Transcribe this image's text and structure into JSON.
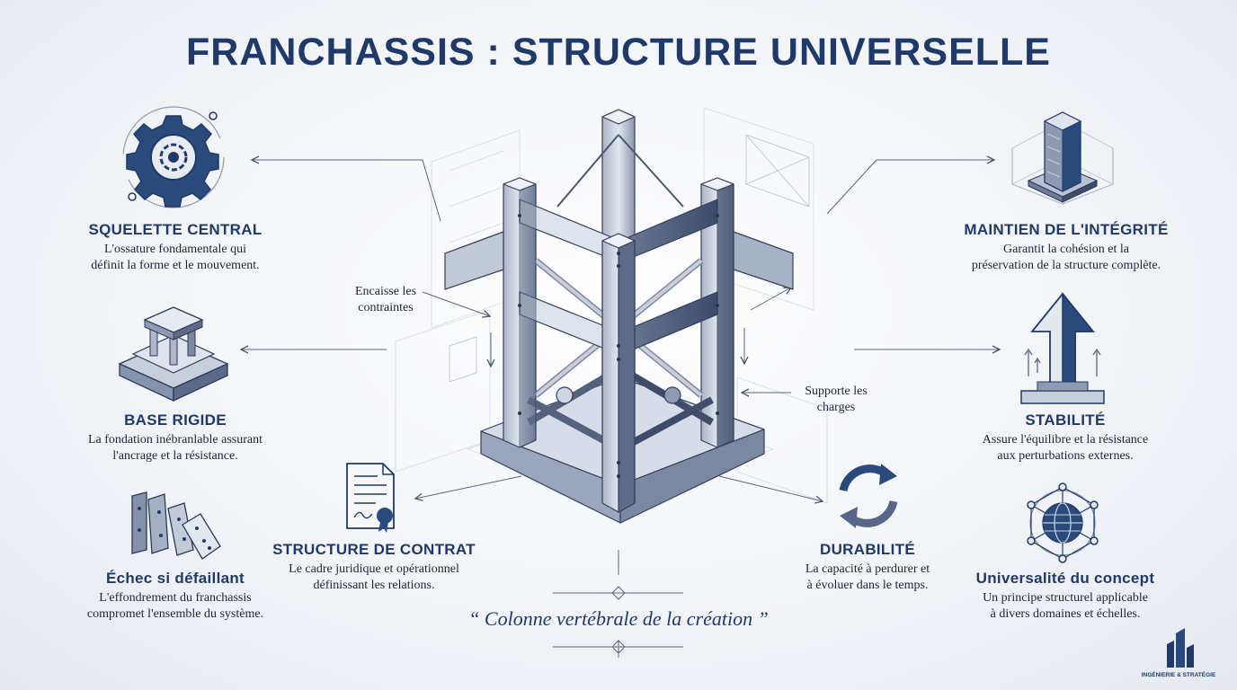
{
  "title": "FRANCHASSIS : STRUCTURE UNIVERSELLE",
  "left_sections": [
    {
      "icon": "gear-icon",
      "title": "SQUELETTE CENTRAL",
      "line1": "L'ossature fondamentale qui",
      "line2": "définit la forme et le mouvement."
    },
    {
      "icon": "pedestal-base-icon",
      "title": "BASE RIGIDE",
      "line1": "La fondation inébranlable assurant",
      "line2": "l'ancrage et la résistance."
    },
    {
      "icon": "dominoes-icon",
      "title": "Échec si défaillant",
      "line1": "L'effondrement du franchassis",
      "line2": "compromet l'ensemble du système."
    }
  ],
  "right_sections": [
    {
      "icon": "building-block-icon",
      "title": "MAINTIEN DE L'INTÉGRITÉ",
      "line1": "Garantit la cohésion et la",
      "line2": "préservation de la structure complète."
    },
    {
      "icon": "up-arrow-icon",
      "title": "STABILITÉ",
      "line1": "Assure l'équilibre et la résistance",
      "line2": "aux perturbations externes."
    },
    {
      "icon": "network-globe-icon",
      "title": "Universalité du concept",
      "line1": "Un principe structurel applicable",
      "line2": "à divers domaines et échelles."
    }
  ],
  "center_sections": [
    {
      "icon": "contract-document-icon",
      "title": "STRUCTURE DE CONTRAT",
      "line1": "Le cadre juridique et opérationnel",
      "line2": "définissant les relations."
    },
    {
      "icon": "cycle-arrows-icon",
      "title": "DURABILITÉ",
      "line1": "La capacité à perdurer et",
      "line2": "à évoluer dans le temps."
    }
  ],
  "labels": {
    "constraints_line1": "Encaisse les",
    "constraints_line2": "contraintes",
    "loads_line1": "Supporte les",
    "loads_line2": "charges"
  },
  "quote": "“ Colonne vertébrale de la création ”",
  "logo_text": "INGÉNIERIE & STRATÉGIE",
  "colors": {
    "navy": "#1f3a68",
    "steel": "#8e9bb3",
    "light_steel": "#c8d0de",
    "line": "#5b6678"
  }
}
